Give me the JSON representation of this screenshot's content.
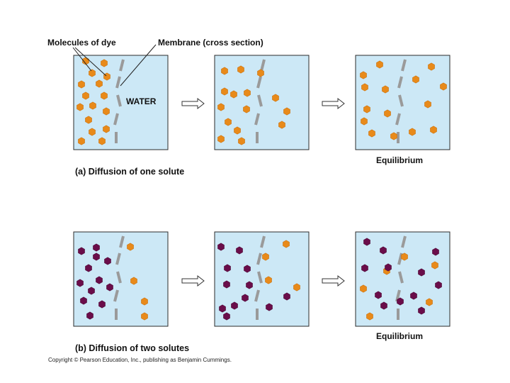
{
  "labels": {
    "molecules_of_dye": "Molecules of dye",
    "membrane": "Membrane (cross section)",
    "water": "WATER",
    "equilibrium_a": "Equilibrium",
    "equilibrium_b": "Equilibrium",
    "caption_a": "(a) Diffusion of one solute",
    "caption_b": "(b) Diffusion of two solutes",
    "copyright": "Copyright © Pearson Education, Inc., publishing as Benjamin Cummings."
  },
  "colors": {
    "water": "#cce8f6",
    "box_border": "#2b2b2b",
    "membrane": "#9a9a9a",
    "orange_dye": "#e88a1a",
    "purple_dye": "#6a0d4a"
  },
  "panels": [
    {
      "row": "a",
      "stage": "initial"
    },
    {
      "row": "a",
      "stage": "intermediate"
    },
    {
      "row": "a",
      "stage": "equilibrium"
    },
    {
      "row": "b",
      "stage": "initial"
    },
    {
      "row": "b",
      "stage": "intermediate"
    },
    {
      "row": "b",
      "stage": "equilibrium"
    }
  ]
}
